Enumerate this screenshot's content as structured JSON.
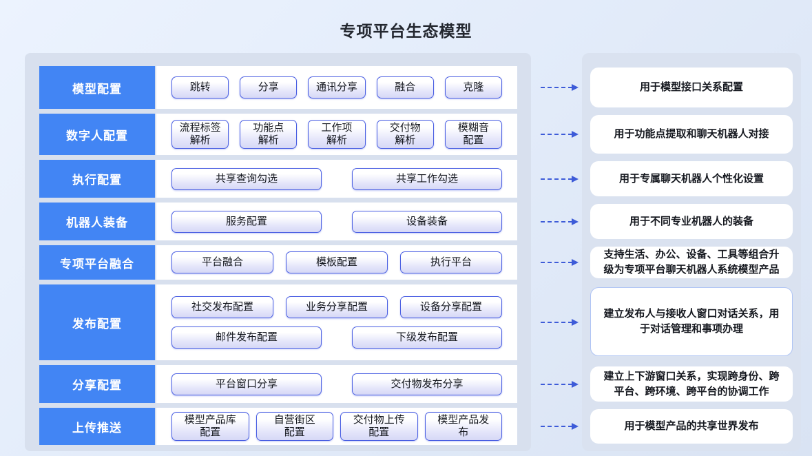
{
  "title": "专项平台生态模型",
  "accent_color": "#4285F4",
  "arrow_color": "#3D5BD8",
  "rows": [
    {
      "label": "模型配置",
      "button_rows": [
        [
          "跳转",
          "分享",
          "通讯分享",
          "融合",
          "克隆"
        ]
      ],
      "desc": "用于模型接口关系配置",
      "desc_bordered": false
    },
    {
      "label": "数字人配置",
      "button_rows": [
        [
          "流程标签\n解析",
          "功能点\n解析",
          "工作项\n解析",
          "交付物\n解析",
          "模糊音\n配置"
        ]
      ],
      "desc": "用于功能点提取和聊天机器人对接",
      "desc_bordered": false
    },
    {
      "label": "执行配置",
      "button_rows": [
        [
          "共享查询勾选",
          "共享工作勾选"
        ]
      ],
      "desc": "用于专属聊天机器人个性化设置",
      "desc_bordered": false
    },
    {
      "label": "机器人装备",
      "button_rows": [
        [
          "服务配置",
          "设备装备"
        ]
      ],
      "desc": "用于不同专业机器人的装备",
      "desc_bordered": false
    },
    {
      "label": "专项平台融合",
      "button_rows": [
        [
          "平台融合",
          "模板配置",
          "执行平台"
        ]
      ],
      "desc": "支持生活、办公、设备、工具等组合升级为专项平台聊天机器人系统模型产品",
      "desc_bordered": false
    },
    {
      "label": "发布配置",
      "button_rows": [
        [
          "社交发布配置",
          "业务分享配置",
          "设备分享配置"
        ],
        [
          "邮件发布配置",
          "下级发布配置"
        ]
      ],
      "desc": "建立发布人与接收人窗口对话关系，用于对话管理和事项办理",
      "desc_bordered": true
    },
    {
      "label": "分享配置",
      "button_rows": [
        [
          "平台窗口分享",
          "交付物发布分享"
        ]
      ],
      "desc": "建立上下游窗口关系，实现跨身份、跨平台、跨环境、跨平台的协调工作",
      "desc_bordered": false
    },
    {
      "label": "上传推送",
      "button_rows": [
        [
          "模型产品库\n配置",
          "自营街区\n配置",
          "交付物上传\n配置",
          "模型产品发\n布"
        ]
      ],
      "desc": "用于模型产品的共享世界发布",
      "desc_bordered": false
    }
  ]
}
